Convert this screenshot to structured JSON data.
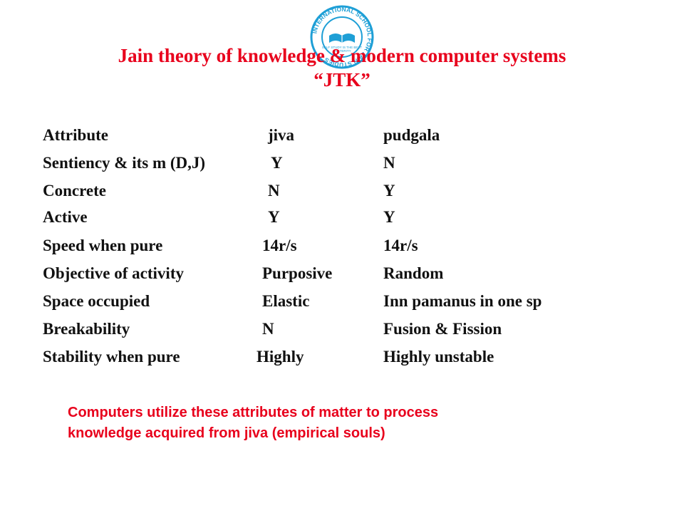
{
  "logo": {
    "ring_text": "INTERNATIONAL SCHOOL FOR JAIN STUDIES",
    "inner_text": "SELF STUDY IS THE BEST AUSTERITY",
    "color": "#1e9fd6"
  },
  "title": {
    "line1": "Jain theory of knowledge & modern computer systems",
    "line2": "“JTK”"
  },
  "table": {
    "header": [
      "Attribute",
      "jiva",
      "pudgala"
    ],
    "rows": [
      [
        "Sentiency & its m (D,J)",
        "Y",
        "N"
      ],
      [
        "Concrete",
        "N",
        "Y"
      ],
      [
        "Active",
        "Y",
        "Y"
      ],
      [
        "Speed when pure",
        "14r/s",
        "14r/s"
      ],
      [
        "Objective of activity",
        "Purposive",
        "Random"
      ],
      [
        "Space occupied",
        "Elastic",
        "Inn pamanus in one sp"
      ],
      [
        "Breakability",
        "N",
        "Fusion & Fission"
      ],
      [
        "Stability when pure",
        "Highly",
        "Highly unstable"
      ]
    ]
  },
  "note": {
    "line1": "Computers utilize these attributes of matter to process",
    "line2": "knowledge acquired from jiva (empirical souls)"
  },
  "colors": {
    "accent": "#e8001c",
    "text": "#111111"
  }
}
